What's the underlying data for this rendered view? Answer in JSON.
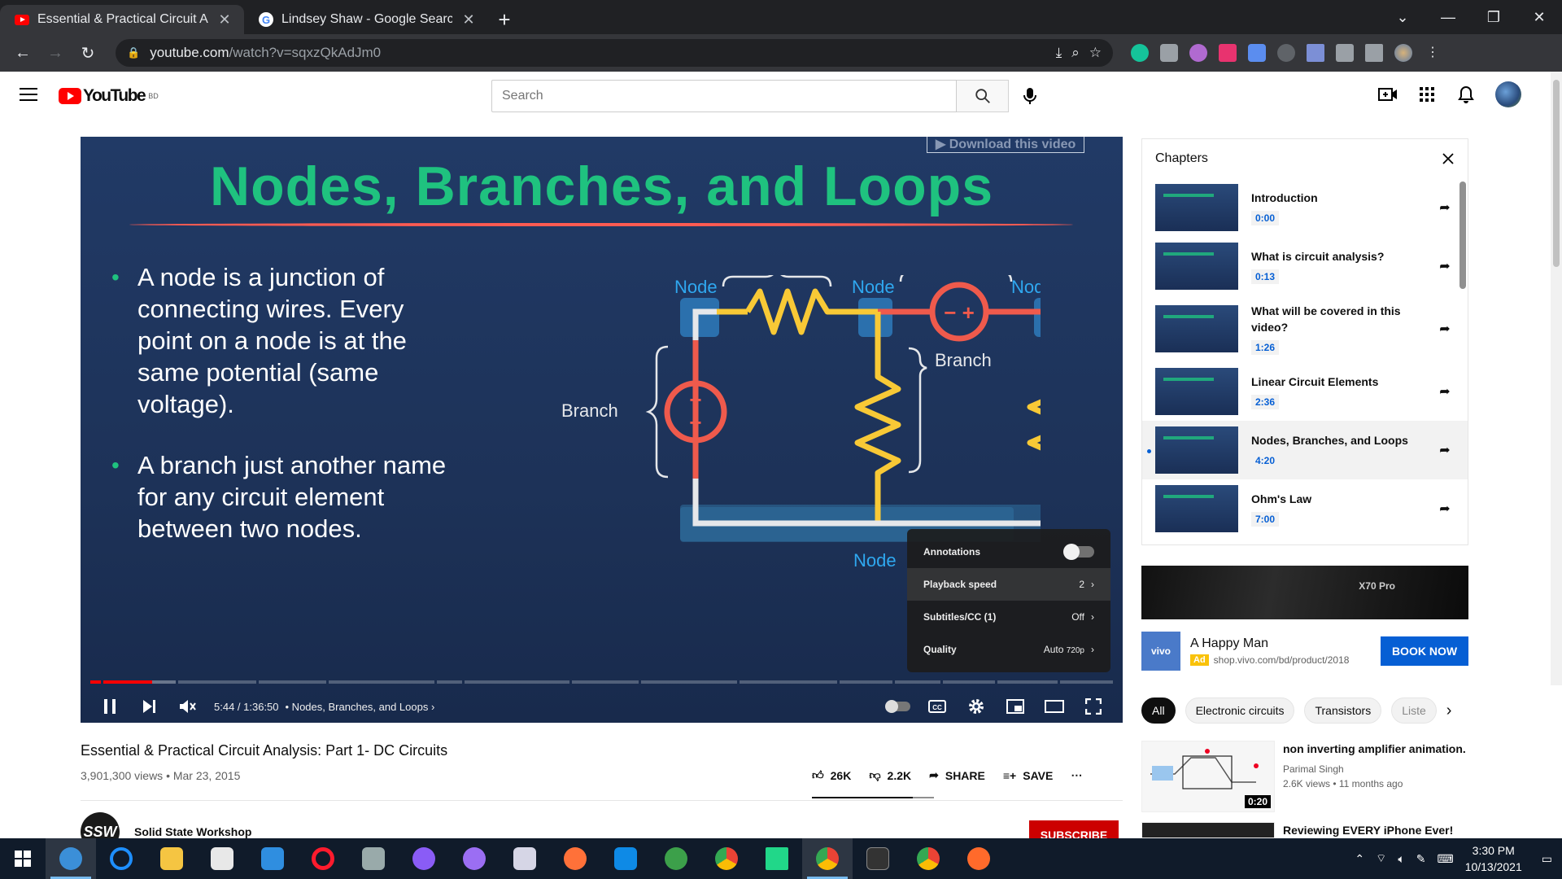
{
  "browser": {
    "tabs": [
      {
        "title": "Essential & Practical Circuit Analy",
        "active": true,
        "favicon": "youtube-icon"
      },
      {
        "title": "Lindsey Shaw - Google Search",
        "active": false,
        "favicon": "google-icon"
      }
    ],
    "url_host": "youtube.com",
    "url_path": "/watch?v=sqxzQkAdJm0"
  },
  "yt_header": {
    "logo_text": "YouTube",
    "region": "BD",
    "search_placeholder": "Search"
  },
  "player": {
    "download_label": "▶ Download this video",
    "slide_title": "Nodes, Branches, and Loops",
    "bullets": [
      "A node is a junction of connecting wires. Every point on a node is at the same potential (same voltage).",
      "A branch just another name for any circuit element between two nodes."
    ],
    "circuit_labels": {
      "node": "Node",
      "branch": "Branch",
      "plus": "+",
      "minus": "−",
      "source_top": "− +"
    },
    "settings": [
      {
        "label": "Annotations",
        "value": ""
      },
      {
        "label": "Playback speed",
        "value": "2"
      },
      {
        "label": "Subtitles/CC (1)",
        "value": "Off"
      },
      {
        "label": "Quality",
        "value": "Auto",
        "sub": "720p"
      }
    ],
    "time": "5:44 / 1:36:50",
    "chapter": "• Nodes, Branches, and Loops",
    "progress_fraction": 0.06,
    "accent": "#ff0000"
  },
  "video": {
    "title": "Essential & Practical Circuit Analysis: Part 1- DC Circuits",
    "stats": "3,901,300 views • Mar 23, 2015",
    "likes": "26K",
    "dislikes": "2.2K",
    "share": "SHARE",
    "save": "SAVE",
    "channel_initials": "SSW",
    "channel_name": "Solid State Workshop",
    "subscribe": "SUBSCRIBE"
  },
  "chapters": {
    "title": "Chapters",
    "items": [
      {
        "title": "Introduction",
        "time": "0:00"
      },
      {
        "title": "What is circuit analysis?",
        "time": "0:13"
      },
      {
        "title": "What will be covered in this video?",
        "time": "1:26"
      },
      {
        "title": "Linear Circuit Elements",
        "time": "2:36"
      },
      {
        "title": "Nodes, Branches, and Loops",
        "time": "4:20"
      },
      {
        "title": "Ohm's Law",
        "time": "7:00"
      }
    ]
  },
  "ad": {
    "banner_text": "X70 Pro",
    "logo": "vivo",
    "name": "A Happy Man",
    "badge": "Ad",
    "url": "shop.vivo.com/bd/product/2018",
    "cta": "BOOK NOW"
  },
  "chips": [
    "All",
    "Electronic circuits",
    "Transistors",
    "Liste"
  ],
  "related": [
    {
      "title": "non inverting amplifier animation.",
      "channel": "Parimal Singh",
      "meta": "2.6K views • 11 months ago",
      "duration": "0:20"
    },
    {
      "title": "Reviewing EVERY iPhone Ever!",
      "channel": "",
      "meta": "",
      "duration": ""
    }
  ],
  "taskbar": {
    "time": "3:30 PM",
    "date": "10/13/2021"
  }
}
